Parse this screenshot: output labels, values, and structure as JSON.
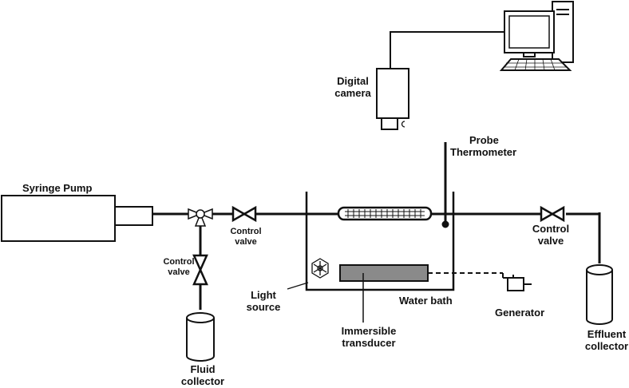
{
  "labels": {
    "syringe_pump": "Syringe Pump",
    "control_valve_left_1": "Control",
    "control_valve_left_2": "valve",
    "control_valve_mid_1": "Control",
    "control_valve_mid_2": "valve",
    "control_valve_right_1": "Control",
    "control_valve_right_2": "valve",
    "fluid_collector_1": "Fluid",
    "fluid_collector_2": "collector",
    "light_source_1": "Light",
    "light_source_2": "source",
    "water_bath": "Water bath",
    "immersible_transducer_1": "Immersible",
    "immersible_transducer_2": "transducer",
    "generator": "Generator",
    "effluent_collector_1": "Effluent",
    "effluent_collector_2": "collector",
    "digital_camera_1": "Digital",
    "digital_camera_2": "camera",
    "probe_thermometer_1": "Probe",
    "probe_thermometer_2": "Thermometer"
  },
  "colors": {
    "line": "#111111",
    "transducer_fill": "#8a8a8a",
    "background": "#ffffff"
  }
}
